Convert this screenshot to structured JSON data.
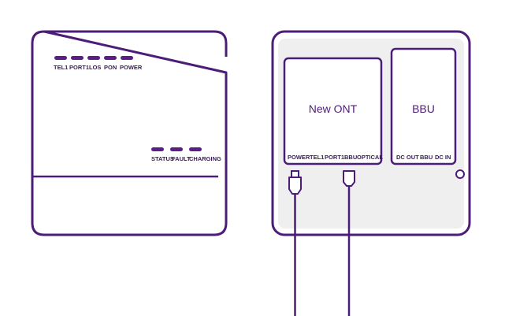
{
  "colors": {
    "outline": "#4b1d78",
    "led": "#5b1d86",
    "panel_fill": "#efefef",
    "text": "#3d1a5b"
  },
  "left_unit": {
    "top_leds": [
      "TEL1",
      "PORT1",
      "LOS",
      "PON",
      "POWER"
    ],
    "bottom_leds": [
      "STATUS",
      "FAULT",
      "CHARGING"
    ]
  },
  "right_unit": {
    "ont": {
      "title": "New ONT",
      "ports": [
        "POWER",
        "TEL1",
        "PORT1",
        "BBU",
        "OPTICAL"
      ]
    },
    "bbu": {
      "title": "BBU",
      "ports": [
        "DC OUT",
        "BBU",
        "DC IN"
      ]
    }
  },
  "cables": [
    {
      "icon": "power-plug-icon"
    },
    {
      "icon": "optical-connector-icon"
    }
  ]
}
